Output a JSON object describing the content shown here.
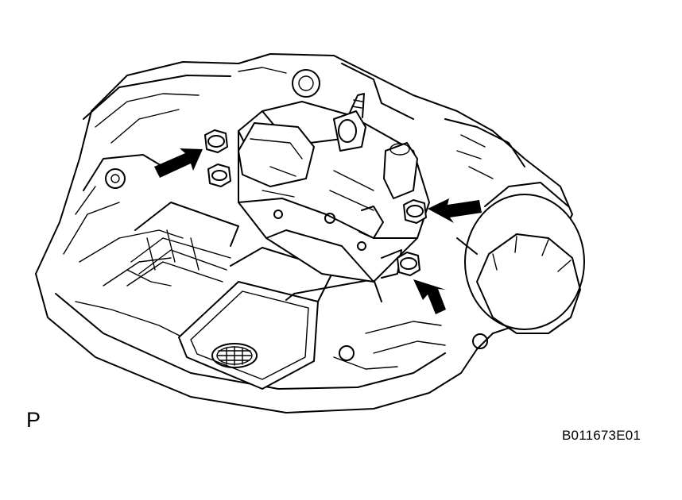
{
  "figure": {
    "view_label": "P",
    "figure_code": "B011673E01"
  },
  "callouts": {
    "arrow_count": 3
  }
}
